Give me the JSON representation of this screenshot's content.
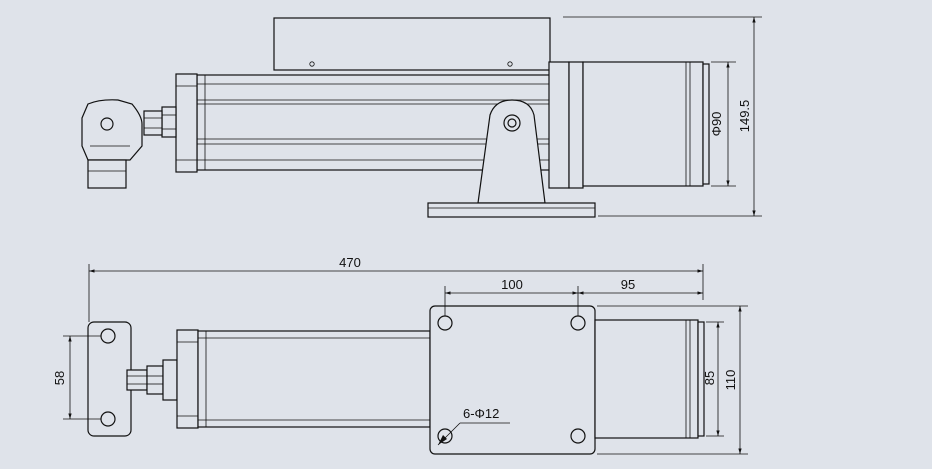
{
  "colors": {
    "background": "#dfe3ea",
    "line": "#111111"
  },
  "dimensions": {
    "top_height": "149.5",
    "motor_diameter": "Φ90",
    "overall_length": "470",
    "hole_spacing_length": "100",
    "motor_length": "95",
    "clevis_hole_spacing": "58",
    "plate_inner": "85",
    "plate_width": "110",
    "holes_note": "6-Φ12"
  }
}
